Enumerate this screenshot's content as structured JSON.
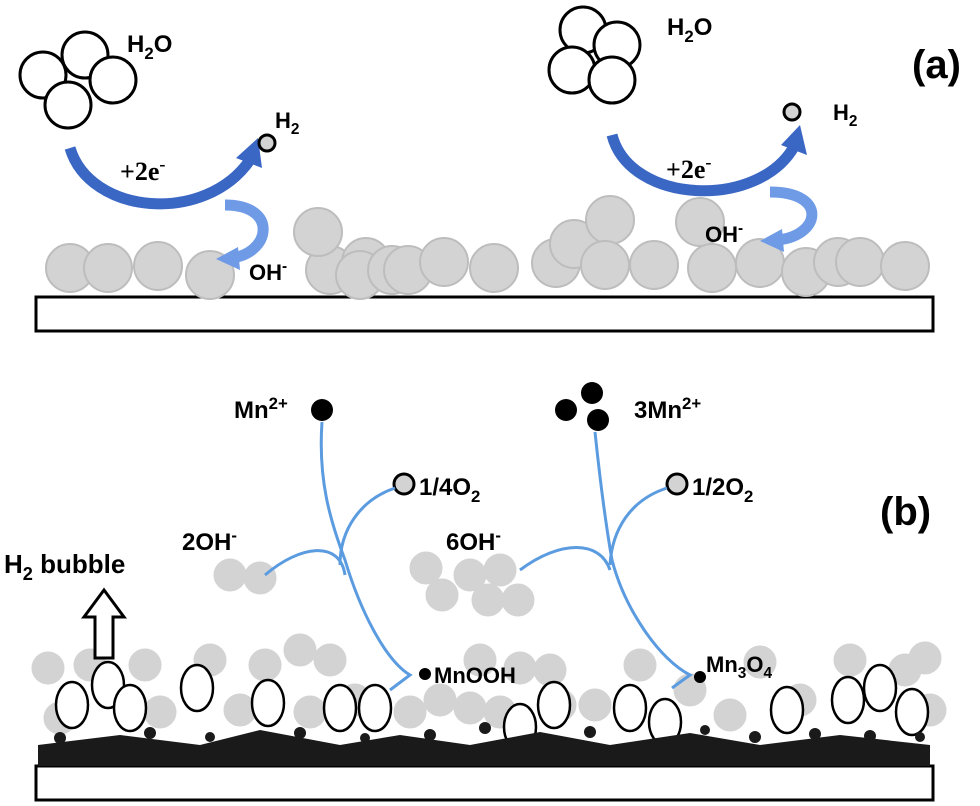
{
  "panel_a": {
    "label": "(a)",
    "left": {
      "water": "H",
      "water_sub": "2",
      "water_tail": "O",
      "h2": "H",
      "h2_sub": "2",
      "electrons": "+2e",
      "electrons_sup": "-",
      "hydroxide": "OH",
      "hydroxide_sup": "-"
    },
    "right": {
      "water": "H",
      "water_sub": "2",
      "water_tail": "O",
      "h2": "H",
      "h2_sub": "2",
      "electrons": "+2e",
      "electrons_sup": "-",
      "hydroxide": "OH",
      "hydroxide_sup": "-"
    }
  },
  "panel_b": {
    "label": "(b)",
    "bubble": "H",
    "bubble_sub": "2",
    "bubble_tail": " bubble",
    "left": {
      "mn": "Mn",
      "mn_sup": "2+",
      "oxygen": "1/4O",
      "oxygen_sub": "2",
      "hydroxide": "2OH",
      "hydroxide_sup": "-",
      "product": "MnOOH"
    },
    "right": {
      "mn": "3Mn",
      "mn_sup": "2+",
      "oxygen": "1/2O",
      "oxygen_sub": "2",
      "hydroxide": "6OH",
      "hydroxide_sup": "-",
      "product": "Mn",
      "product_sub": "3",
      "product_tail": "O",
      "product_sub2": "4"
    }
  },
  "colors": {
    "particle_fill": "#d3d3d3",
    "particle_stroke": "#bdbdbd",
    "arrow_blue": "#3a66c4",
    "arrow_light": "#6f9be6",
    "line_blue": "#5b9be0",
    "deposit": "#1a1a1a"
  }
}
